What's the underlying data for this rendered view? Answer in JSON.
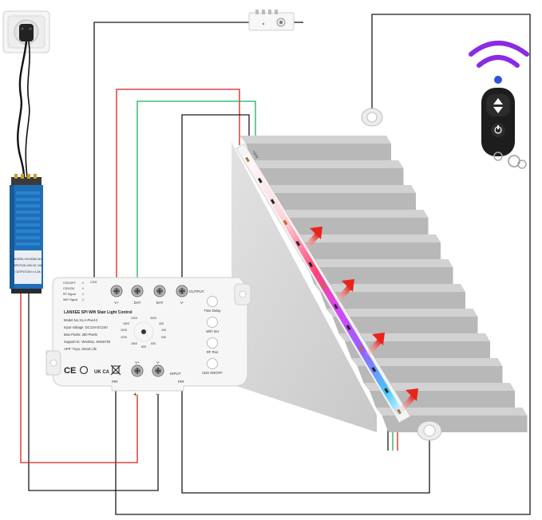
{
  "controller": {
    "brand_line": "LANXEE SPI Wifi Stair Light Control",
    "model": "Model No.:KLA-Pixel-2",
    "input_voltage": "Input Voltage: DC12V-DC24V",
    "max_pixels": "Max Pixels: 250 Pixels",
    "support_ic": "Support IC: WS2811, SM16703",
    "app": "APP: Tuya, Smart Life",
    "terminals_top": [
      "V+",
      "DAT",
      "DAT",
      "V-"
    ],
    "output_label": "OUTPUT",
    "terminals_bottom": [
      "V+",
      "V-"
    ],
    "input_label": "INPUT",
    "pir_left": "PIR",
    "pir_right": "PIR",
    "cds_label": "CDS",
    "indicators": [
      "CDS/OFF",
      "CDS/ON",
      "RF Signal",
      "WiFi Signal"
    ],
    "buttons": [
      "Time Delay",
      "WiFi Set",
      "RF Pair",
      "CDS ON/OFF"
    ],
    "dial_numbers": [
      "240S",
      "300S",
      "180S",
      "30S",
      "150S",
      "40S",
      "120S",
      "50S",
      "180S",
      "60S",
      "80S"
    ],
    "certs": [
      "CE",
      "UK CA"
    ],
    "polarity": [
      "+",
      "−"
    ]
  },
  "psu": {
    "label_lines": [
      "MODEL:HX-0036-24V",
      "INPUT:100-240V AC 0.8A",
      "OUTPUT:24V==1.5A"
    ]
  },
  "strip": {
    "voltage_label": "+24V"
  },
  "colors": {
    "wire_black": "#1a1a1a",
    "wire_red": "#d42020",
    "wire_green": "#1fae5a",
    "stair_light": "#d2d2d2",
    "stair_dark": "#9a9a9a",
    "arrow_red": "#e8231c",
    "remote_wave": "#8a2be2"
  }
}
